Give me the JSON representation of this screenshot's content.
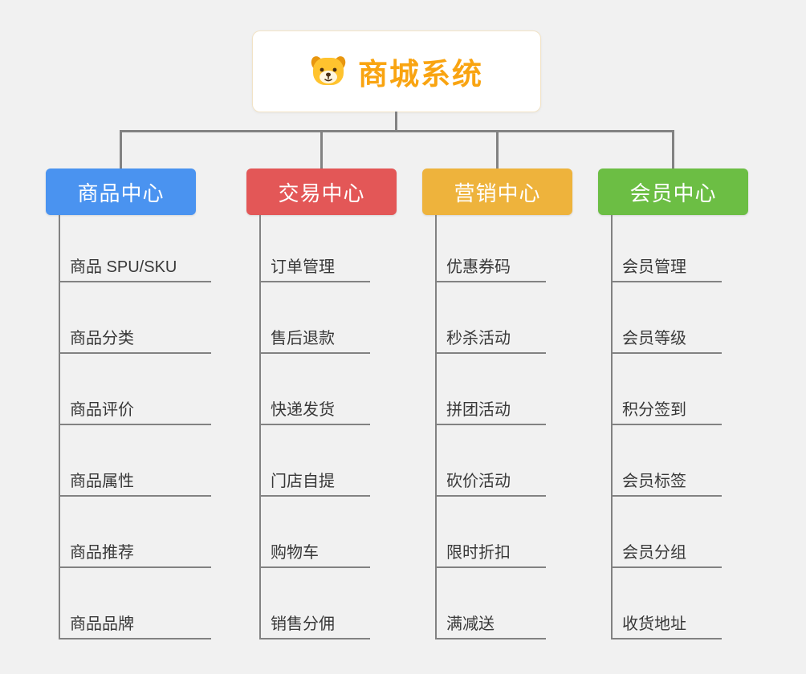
{
  "root": {
    "title": "商城系统",
    "icon": "dog-icon"
  },
  "colors": {
    "background": "#F1F1F1",
    "root_text": "#F9A411",
    "line": "#828282",
    "child_text": "#383838"
  },
  "branches": [
    {
      "label": "商品中心",
      "color": "#4A93F0",
      "children": [
        "商品 SPU/SKU",
        "商品分类",
        "商品评价",
        "商品属性",
        "商品推荐",
        "商品品牌"
      ]
    },
    {
      "label": "交易中心",
      "color": "#E35757",
      "children": [
        "订单管理",
        "售后退款",
        "快递发货",
        "门店自提",
        "购物车",
        "销售分佣"
      ]
    },
    {
      "label": "营销中心",
      "color": "#EEB33C",
      "children": [
        "优惠券码",
        "秒杀活动",
        "拼团活动",
        "砍价活动",
        "限时折扣",
        "满减送"
      ]
    },
    {
      "label": "会员中心",
      "color": "#6CBE44",
      "children": [
        "会员管理",
        "会员等级",
        "积分签到",
        "会员标签",
        "会员分组",
        "收货地址"
      ]
    }
  ]
}
